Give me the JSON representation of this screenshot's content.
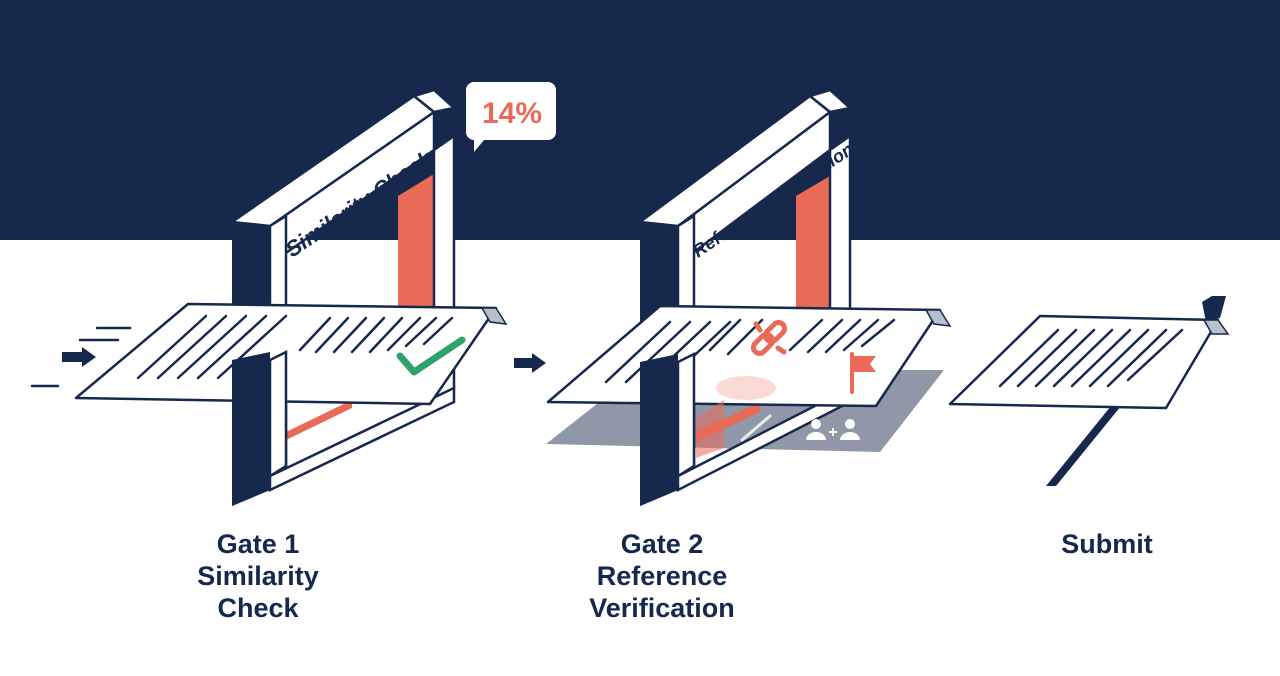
{
  "gates": [
    {
      "id": "gate-1",
      "frame_label": "Similarity Check",
      "badge_value": "14%",
      "result": "check-mark",
      "caption_line1": "Gate 1",
      "caption_line2": "Similarity",
      "caption_line3": "Check"
    },
    {
      "id": "gate-2",
      "frame_label": "Reference Verification",
      "issues": [
        "broken-link-icon",
        "flag-icon",
        "add-reviewer-icon"
      ],
      "caption_line1": "Gate 2",
      "caption_line2": "Reference",
      "caption_line3": "Verification"
    }
  ],
  "submit": {
    "caption": "Submit"
  },
  "colors": {
    "navy": "#16294d",
    "coral": "#ea6a58",
    "green": "#2fa36b",
    "shadow": "#7c8597",
    "paper": "#ffffff"
  },
  "icons": [
    "check-icon",
    "broken-link-icon",
    "flag-icon",
    "add-reviewer-icon",
    "speech-badge",
    "arrow-icon",
    "flag-pole"
  ]
}
